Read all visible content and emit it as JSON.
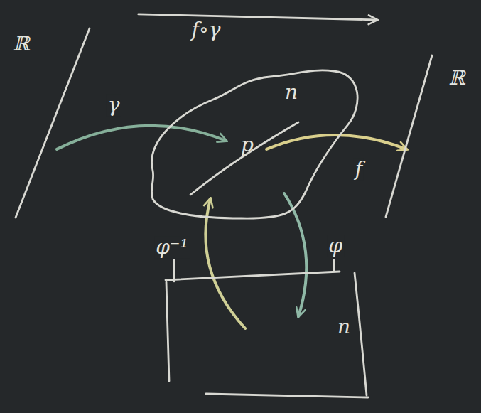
{
  "diagram": {
    "nodes": [
      {
        "text": [
          "ℝ"
        ]
      },
      {
        "text": [
          "n"
        ]
      },
      {
        "text": [
          "ℝ"
        ]
      },
      {
        "text": [
          "n"
        ]
      }
    ],
    "edges": [
      {
        "from": 0,
        "to": 2,
        "label": "f∘γ",
        "arrow": "to"
      },
      {
        "from": 0,
        "to": 1,
        "label": "γ",
        "arrow": "to"
      },
      {
        "from": 1,
        "to": 2,
        "label": "f",
        "arrow": "to"
      },
      {
        "from": 3,
        "to": 1,
        "label": "φ⁻¹",
        "arrow": "to"
      },
      {
        "from": 1,
        "to": 3,
        "label": "φ",
        "arrow": "to"
      }
    ],
    "labels": [
      "p"
    ]
  }
}
